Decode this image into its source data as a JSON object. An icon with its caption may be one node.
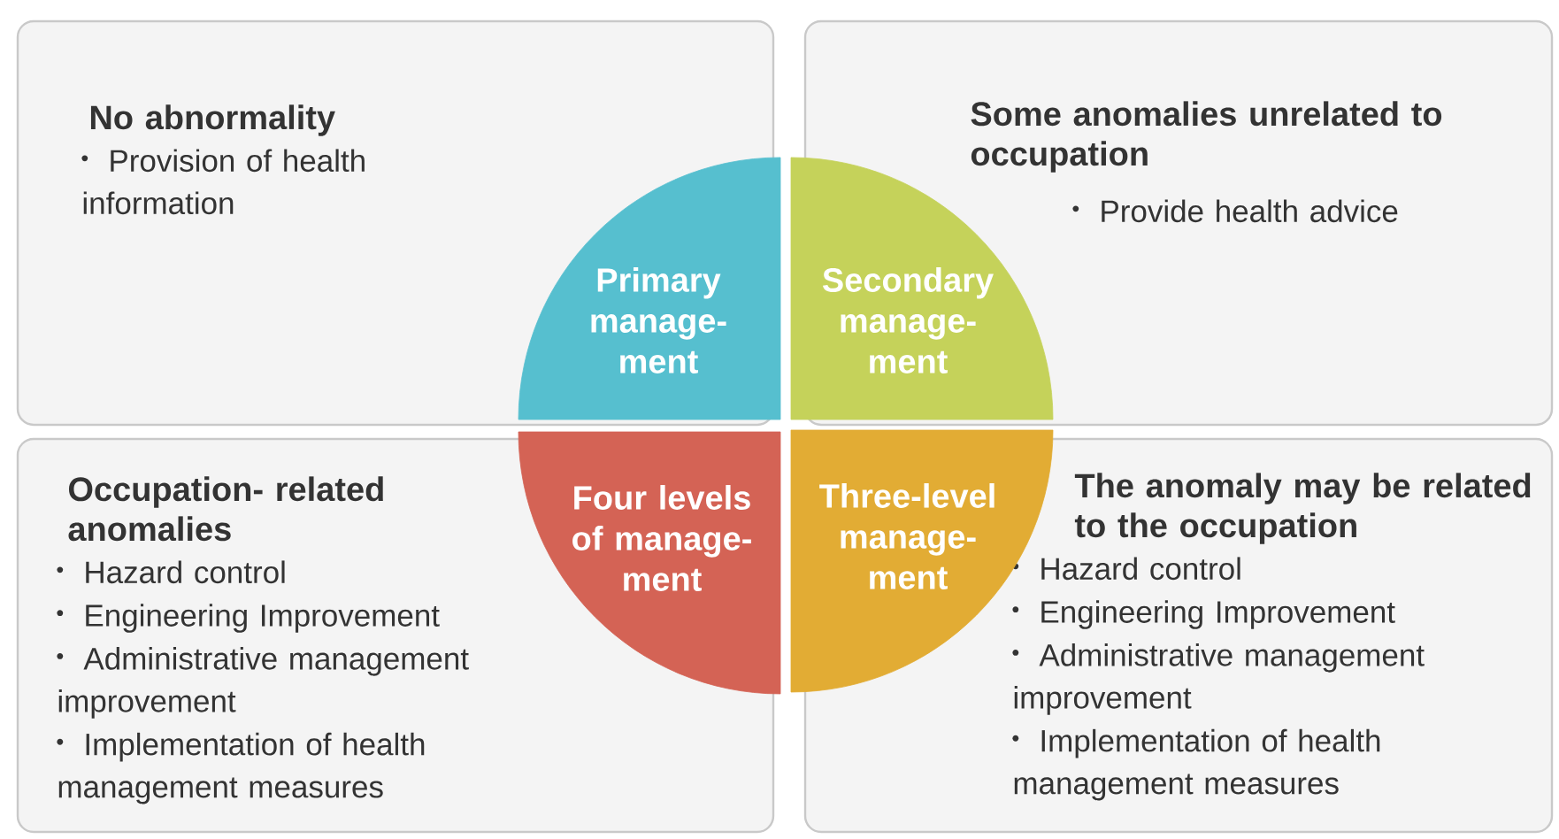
{
  "diagram": {
    "nodes": [
      {
        "text": [
          "No abnormality",
          "Provision of health information"
        ]
      },
      {
        "text": [
          "Some anomalies unrelated to occupation",
          "Provide health advice"
        ]
      },
      {
        "text": [
          "Occupation- related anomalies",
          "Hazard control",
          "Engineering Improvement",
          "Administrative management improvement",
          "Implementation of health management measures"
        ]
      },
      {
        "text": [
          "The anomaly may be related to the occupation",
          "Hazard control",
          "Engineering Improvement",
          "Administrative management improvement",
          "Implementation of health management measures"
        ]
      },
      {
        "text": [
          "Primary manage- ment"
        ],
        "in": 0
      },
      {
        "text": [
          "Secondary manage- ment"
        ],
        "in": 1
      },
      {
        "text": [
          "Four levels of manage- ment"
        ],
        "in": 2
      },
      {
        "text": [
          "Three-level manage- ment"
        ]
      }
    ]
  }
}
